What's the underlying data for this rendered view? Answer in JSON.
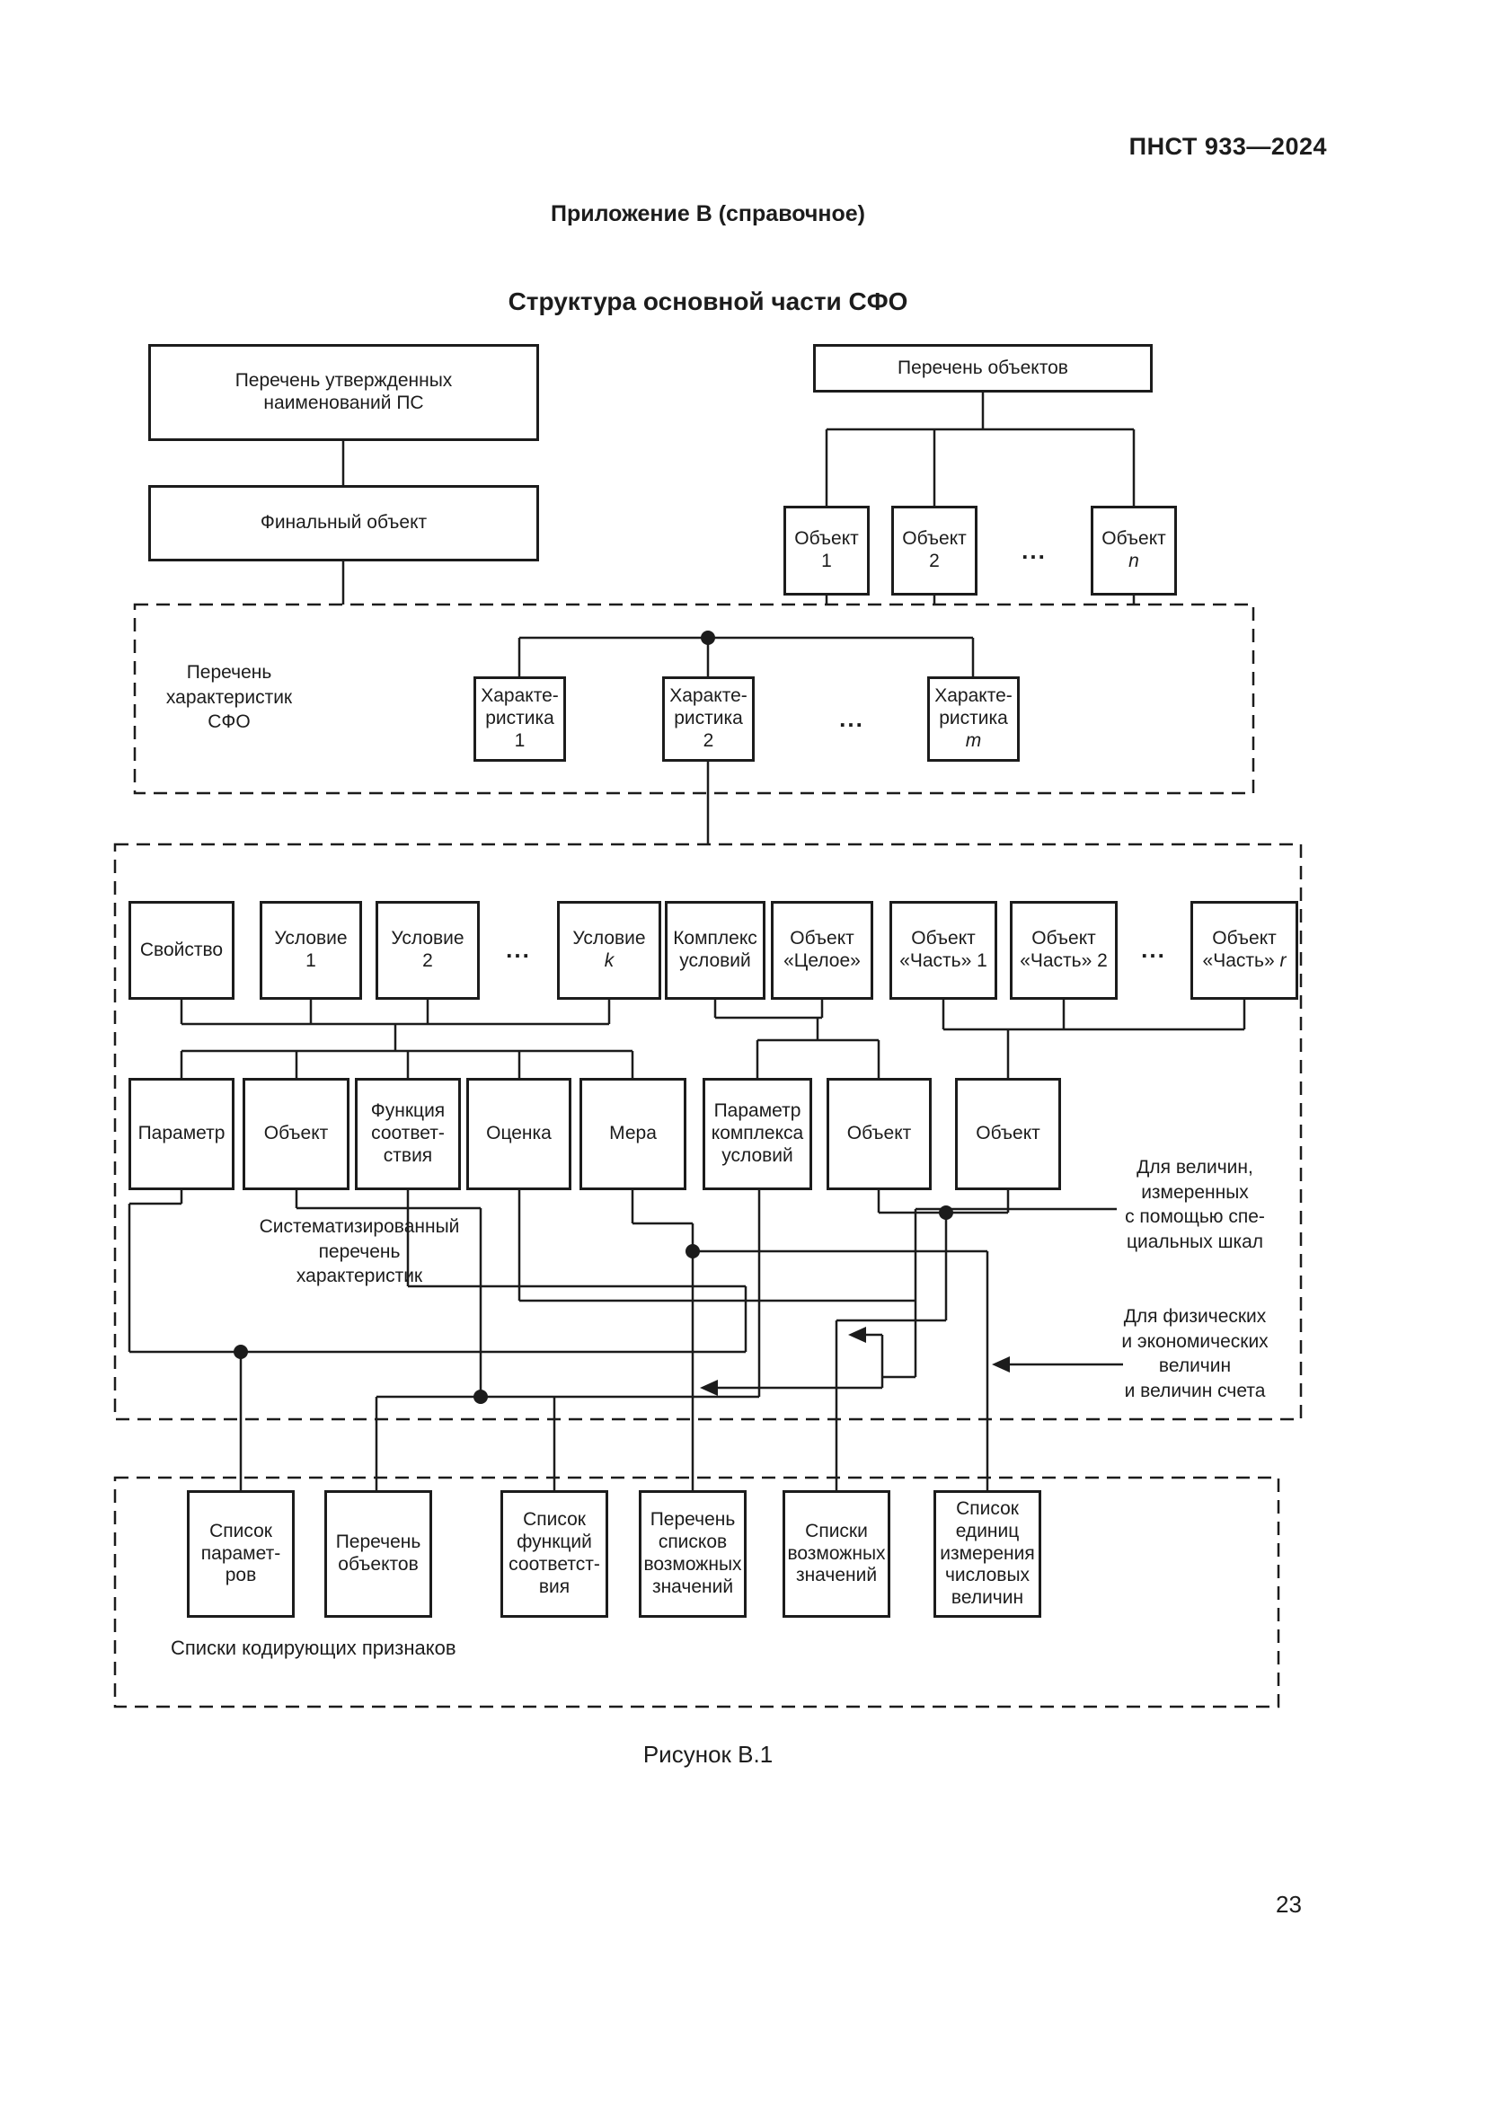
{
  "page": {
    "standard_ref": "ПНСТ 933—2024",
    "page_number": "23"
  },
  "title": {
    "appendix": "Приложение В",
    "kind": "(справочное)",
    "heading": "Структура основной части СФО",
    "figure_caption": "Рисунок В.1"
  },
  "colors": {
    "ink": "#1c1c1c",
    "paper": "#ffffff"
  },
  "diagram": {
    "top_left": {
      "approved_list": {
        "line1": "Перечень утвержденных",
        "line2": "наименований ПС"
      },
      "final_object": "Финальный объект"
    },
    "objects_tree": {
      "list_of_objects": "Перечень объектов",
      "object1": {
        "line1": "Объект",
        "line2": "1"
      },
      "object2": {
        "line1": "Объект",
        "line2": "2"
      },
      "ellipsis": "...",
      "objectN": {
        "line1": "Объект",
        "line2_italic": "n"
      }
    },
    "characteristics_group": {
      "label": {
        "line1": "Перечень",
        "line2": "характеристик",
        "line3": "СФО"
      },
      "char1": {
        "line1": "Характе-",
        "line2": "ристика 1"
      },
      "char2": {
        "line1": "Характе-",
        "line2": "ристика 2"
      },
      "ellipsis": "...",
      "charM": {
        "line1": "Характе-",
        "line2": "ристика ",
        "line2_italic": "m"
      }
    },
    "main_group": {
      "row1": {
        "property": "Свойство",
        "condition1": {
          "line1": "Условие",
          "line2": "1"
        },
        "condition2": {
          "line1": "Условие",
          "line2": "2"
        },
        "ellipsis1": "...",
        "conditionK": {
          "line1": "Условие",
          "line2_italic": "k"
        },
        "complex": {
          "line1": "Комплекс",
          "line2": "условий"
        },
        "object_whole": {
          "line1": "Объект",
          "line2": "«Целое»"
        },
        "object_part1": {
          "line1": "Объект",
          "line2": "«Часть» 1"
        },
        "object_part2": {
          "line1": "Объект",
          "line2": "«Часть» 2"
        },
        "ellipsis2": "...",
        "object_partR": {
          "line1": "Объект",
          "line2": "«Часть» ",
          "line2_italic": "r"
        }
      },
      "row2": {
        "parameter": "Параметр",
        "object1": "Объект",
        "func": {
          "line1": "Функция",
          "line2": "соответ-",
          "line3": "ствия"
        },
        "evaluation": "Оценка",
        "measure": "Мера",
        "complex_parameter": {
          "line1": "Параметр",
          "line2": "комплекса",
          "line3": "условий"
        },
        "object2": "Объект",
        "object3": "Объект"
      },
      "systematized_label": {
        "line1": "Систематизированный",
        "line2": "перечень",
        "line3": "характеристик"
      },
      "annotation_scales": {
        "line1": "Для величин,",
        "line2": "измеренных",
        "line3": "с помощью спе-",
        "line4": "циальных шкал"
      },
      "annotation_physical": {
        "line1": "Для физических",
        "line2": "и экономических",
        "line3": "величин",
        "line4": "и величин счета"
      }
    },
    "coding_lists": {
      "label": "Списки кодирующих признаков",
      "param_list": {
        "line1": "Список",
        "line2": "парамет-",
        "line3": "ров"
      },
      "objects_list": {
        "line1": "Перечень",
        "line2": "объектов"
      },
      "func_list": {
        "line1": "Список",
        "line2": "функций",
        "line3": "соответст-",
        "line4": "вия"
      },
      "possible_value_lists": {
        "line1": "Перечень",
        "line2": "списков",
        "line3": "возможных",
        "line4": "значений"
      },
      "value_lists": {
        "line1": "Списки",
        "line2": "возможных",
        "line3": "значений"
      },
      "units_list": {
        "line1": "Список",
        "line2": "единиц",
        "line3": "измерения",
        "line4": "числовых",
        "line5": "величин"
      }
    }
  }
}
